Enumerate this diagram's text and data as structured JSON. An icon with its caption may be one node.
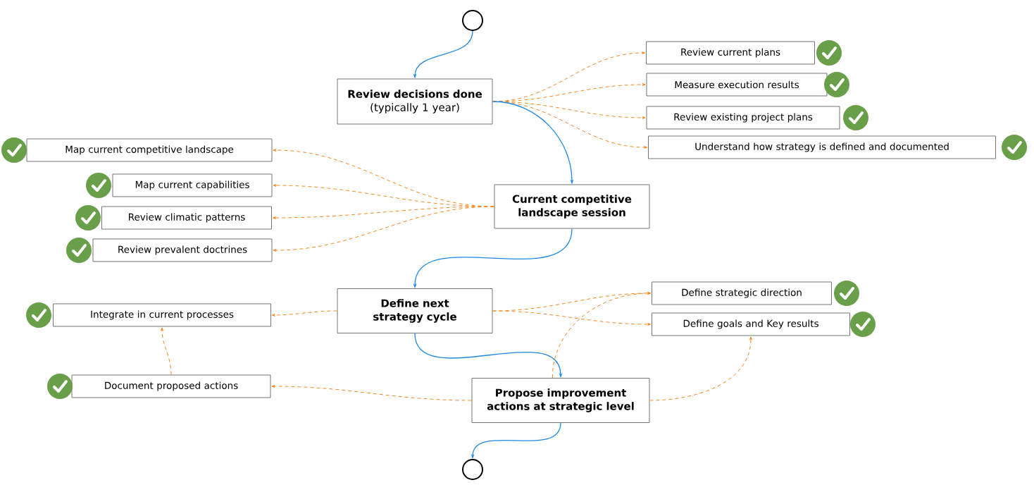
{
  "diagram": {
    "nodes": [
      {
        "text": [],
        "shape": "circle"
      },
      {
        "text": [
          "Review decisions done",
          "(typically 1 year)"
        ]
      },
      {
        "text": [
          "Review current plans"
        ]
      },
      {
        "text": [
          "Measure execution results"
        ]
      },
      {
        "text": [
          "Review existing project plans"
        ]
      },
      {
        "text": [
          "Understand how strategy is defined and documented"
        ]
      },
      {
        "text": [
          "Current competitive landscape session"
        ]
      },
      {
        "text": [
          "Map current competitive landscape"
        ]
      },
      {
        "text": [
          "Map current capabilities"
        ]
      },
      {
        "text": [
          "Review climatic patterns"
        ]
      },
      {
        "text": [
          "Review prevalent doctrines"
        ]
      },
      {
        "text": [
          "Define next strategy cycle"
        ]
      },
      {
        "text": [
          "Define strategic direction"
        ]
      },
      {
        "text": [
          "Define goals and Key results"
        ]
      },
      {
        "text": [
          "Integrate in current processes"
        ]
      },
      {
        "text": [
          "Document proposed actions"
        ]
      },
      {
        "text": [
          "Propose improvement actions at strategic level"
        ]
      },
      {
        "text": [],
        "shape": "circle"
      }
    ],
    "edges": [
      {
        "from": 0,
        "to": 1,
        "arrow": "to",
        "color": "#1e88e5"
      },
      {
        "from": 1,
        "to": 2,
        "arrow": "to",
        "style": "dashed"
      },
      {
        "from": 1,
        "to": 3,
        "arrow": "to",
        "style": "dashed"
      },
      {
        "from": 1,
        "to": 4,
        "arrow": "to",
        "style": "dashed"
      },
      {
        "from": 1,
        "to": 5,
        "arrow": "to",
        "style": "dashed"
      },
      {
        "from": 1,
        "to": 6,
        "arrow": "to",
        "color": "#1e88e5"
      },
      {
        "from": 6,
        "to": 7,
        "arrow": "to",
        "style": "dashed"
      },
      {
        "from": 6,
        "to": 8,
        "arrow": "to",
        "style": "dashed"
      },
      {
        "from": 6,
        "to": 9,
        "arrow": "to",
        "style": "dashed"
      },
      {
        "from": 6,
        "to": 10,
        "arrow": "to",
        "style": "dashed"
      },
      {
        "from": 6,
        "to": 11,
        "arrow": "to",
        "color": "#1e88e5"
      },
      {
        "from": 11,
        "to": 14,
        "arrow": "to",
        "style": "dashed"
      },
      {
        "from": 11,
        "to": 12,
        "arrow": "to",
        "style": "dashed"
      },
      {
        "from": 11,
        "to": 13,
        "arrow": "to",
        "style": "dashed"
      },
      {
        "from": 11,
        "to": 16,
        "arrow": "to",
        "color": "#1e88e5"
      },
      {
        "from": 16,
        "to": 15,
        "arrow": "to",
        "style": "dashed"
      },
      {
        "from": 16,
        "to": 12,
        "arrow": "to",
        "style": "dashed"
      },
      {
        "from": 16,
        "to": 13,
        "arrow": "to",
        "style": "dashed"
      },
      {
        "from": 15,
        "to": 14,
        "arrow": "to",
        "style": "dashed"
      },
      {
        "from": 16,
        "to": 17,
        "arrow": "to",
        "color": "#1e88e5"
      }
    ]
  }
}
